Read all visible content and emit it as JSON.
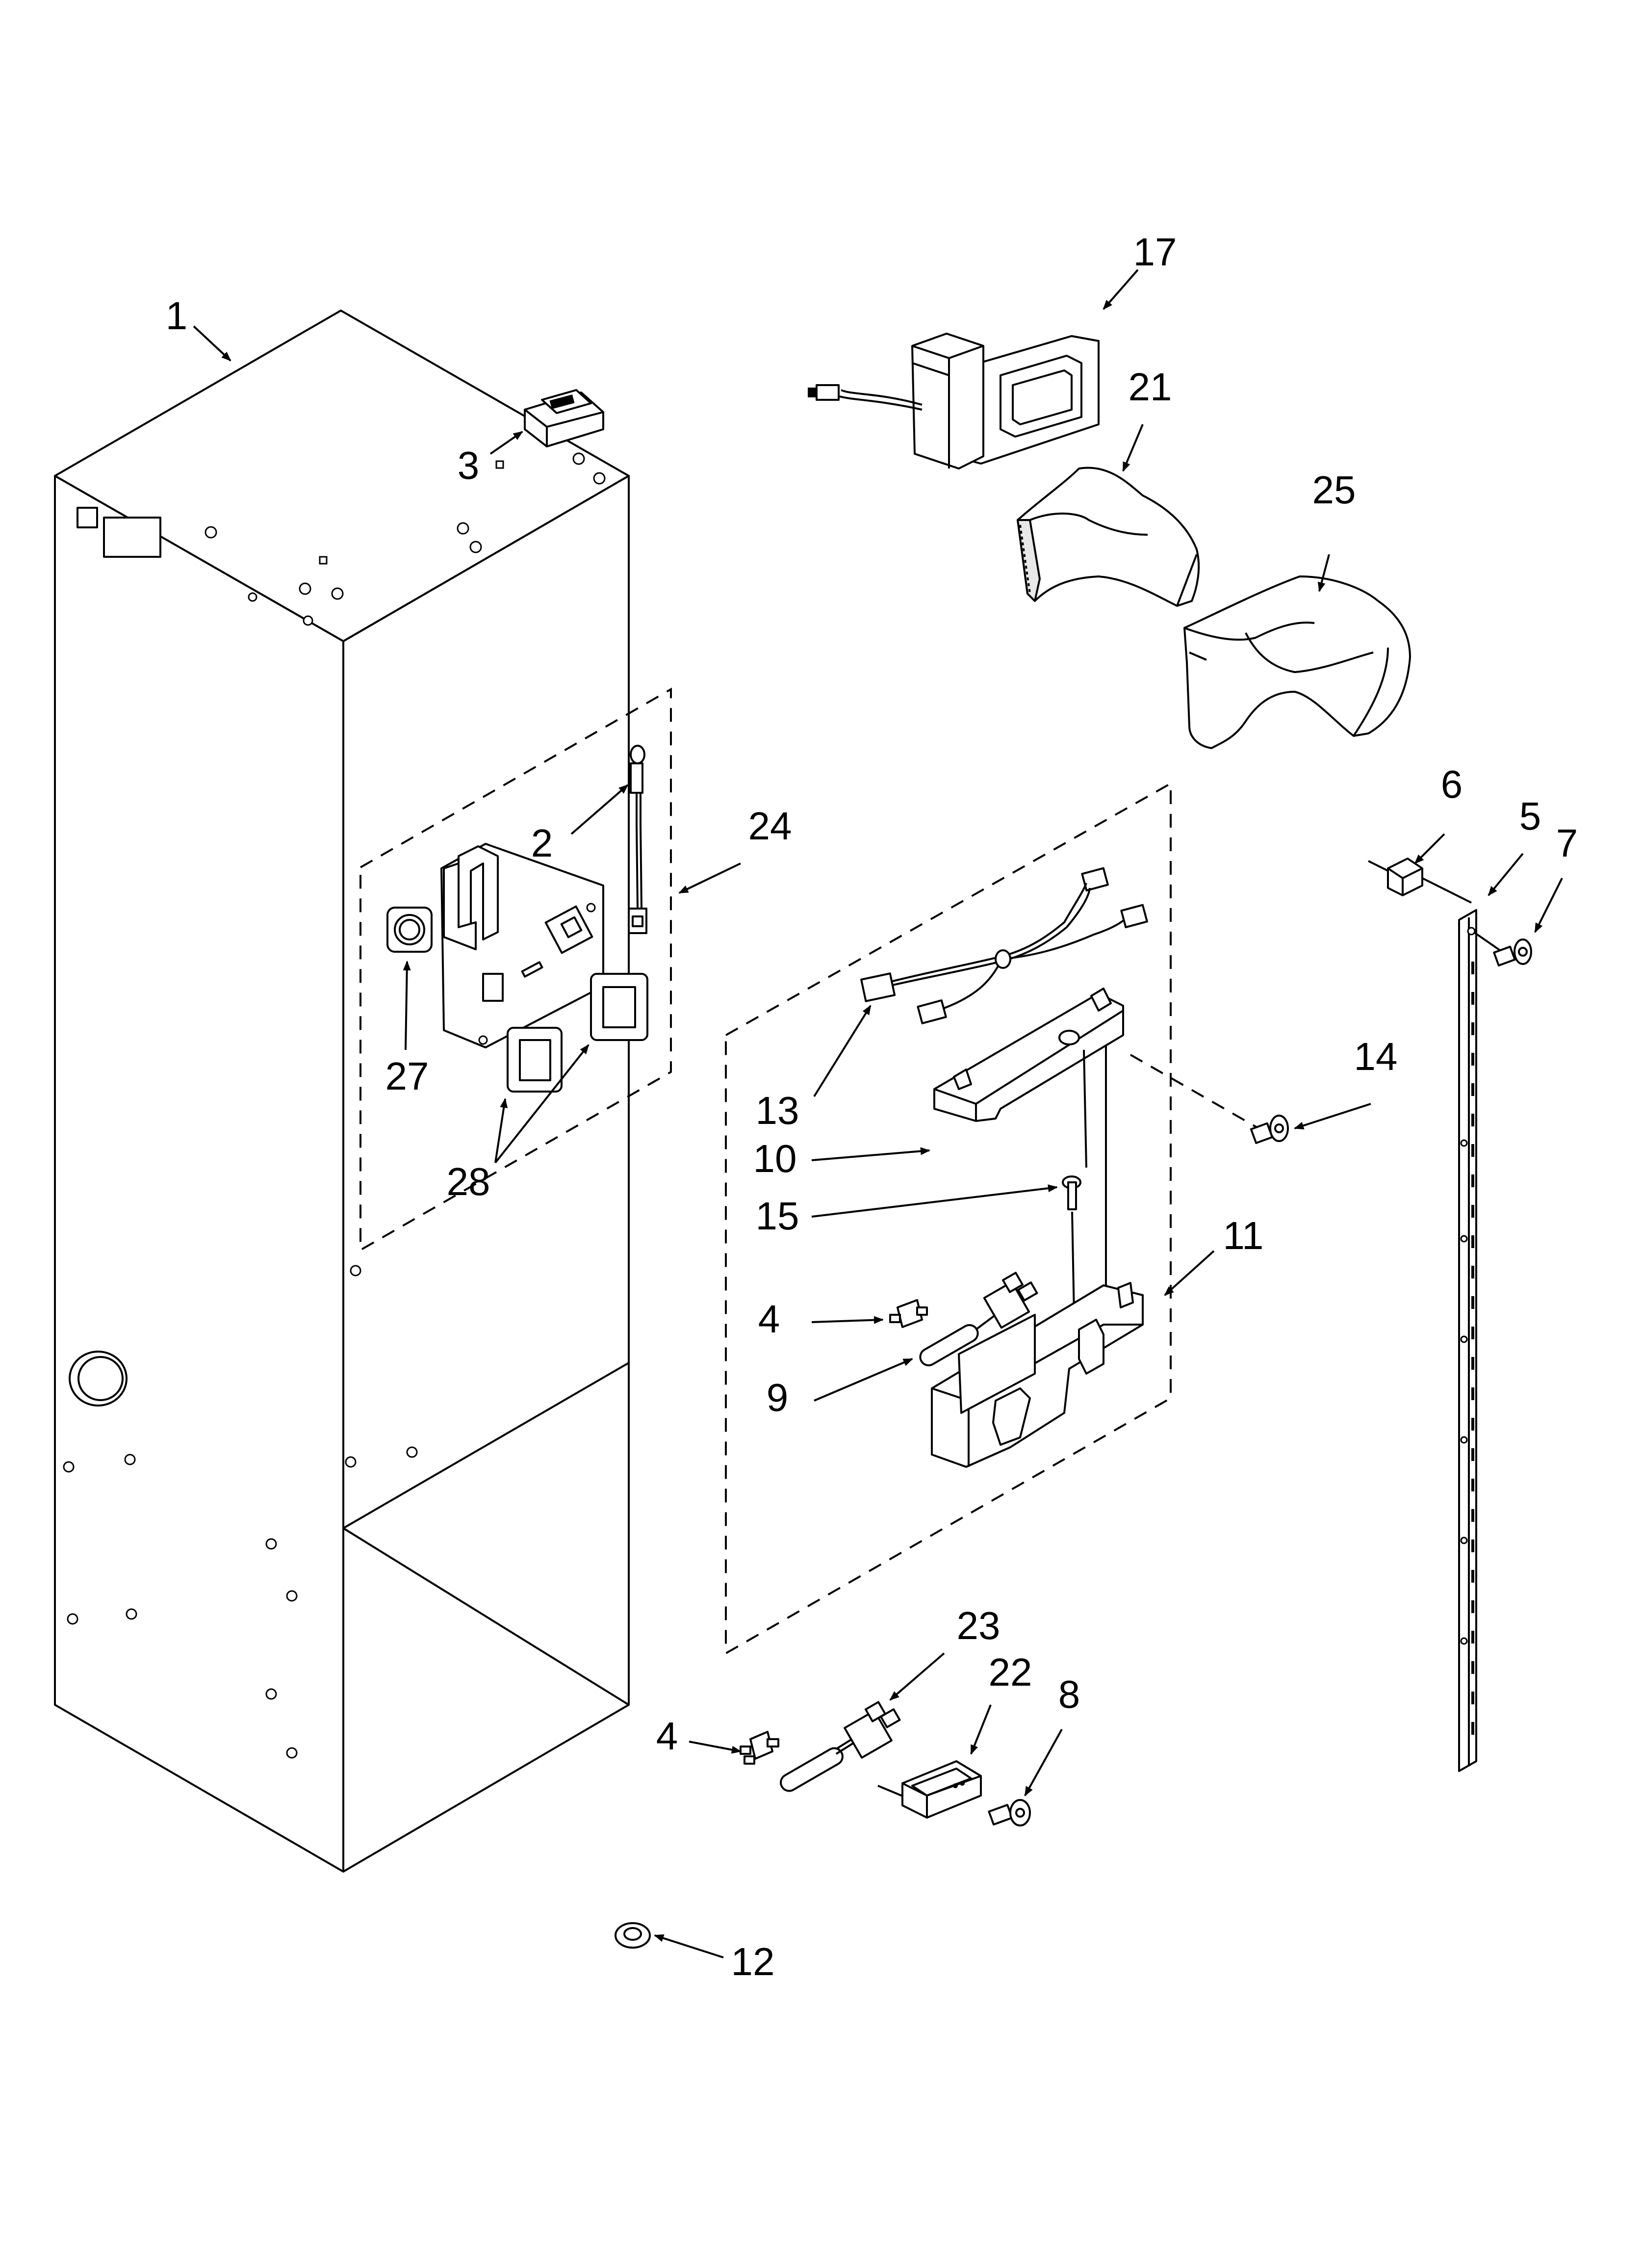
{
  "callouts": [
    {
      "id": "1",
      "label": "1"
    },
    {
      "id": "2",
      "label": "2"
    },
    {
      "id": "3",
      "label": "3"
    },
    {
      "id": "4a",
      "label": "4"
    },
    {
      "id": "4b",
      "label": "4"
    },
    {
      "id": "5",
      "label": "5"
    },
    {
      "id": "6",
      "label": "6"
    },
    {
      "id": "7",
      "label": "7"
    },
    {
      "id": "8",
      "label": "8"
    },
    {
      "id": "9",
      "label": "9"
    },
    {
      "id": "10",
      "label": "10"
    },
    {
      "id": "11",
      "label": "11"
    },
    {
      "id": "12",
      "label": "12"
    },
    {
      "id": "13",
      "label": "13"
    },
    {
      "id": "14",
      "label": "14"
    },
    {
      "id": "15",
      "label": "15"
    },
    {
      "id": "17",
      "label": "17"
    },
    {
      "id": "21",
      "label": "21"
    },
    {
      "id": "22",
      "label": "22"
    },
    {
      "id": "23",
      "label": "23"
    },
    {
      "id": "24",
      "label": "24"
    },
    {
      "id": "25",
      "label": "25"
    },
    {
      "id": "27",
      "label": "27"
    },
    {
      "id": "28",
      "label": "28"
    }
  ]
}
